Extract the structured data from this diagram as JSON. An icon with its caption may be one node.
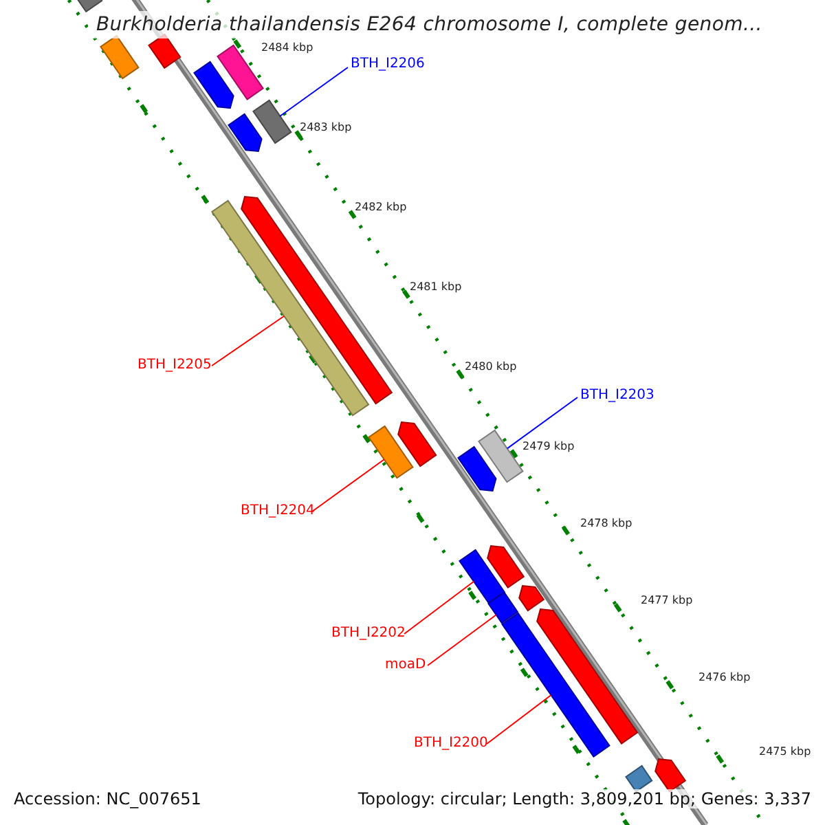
{
  "diagram": {
    "title": "Burkholderia thailandensis E264 chromosome I, complete genom...",
    "nodes": [
      {
        "text": [
          "BTH_I2206"
        ]
      },
      {
        "text": [
          "BTH_I2205"
        ]
      },
      {
        "text": [
          "BTH_I2203"
        ]
      },
      {
        "text": [
          "BTH_I2204"
        ]
      },
      {
        "text": [
          "BTH_I2202"
        ]
      },
      {
        "text": [
          "moaD"
        ]
      },
      {
        "text": [
          "BTH_I2200"
        ]
      },
      {
        "text": [],
        "shape": "bar"
      },
      {
        "text": [],
        "shape": "bar"
      },
      {
        "text": [],
        "shape": "bar"
      },
      {
        "text": [],
        "shape": "bar"
      },
      {
        "text": [],
        "shape": "bar"
      },
      {
        "text": [],
        "shape": "bar"
      },
      {
        "text": [],
        "shape": "bar"
      },
      {
        "text": [],
        "shape": "bar"
      },
      {
        "text": [],
        "shape": "bar"
      },
      {
        "text": [],
        "shape": "bar"
      },
      {
        "text": [],
        "shape": "bar"
      },
      {
        "text": [],
        "shape": "bar"
      },
      {
        "text": [],
        "shape": "bar"
      },
      {
        "text": [],
        "shape": "bar"
      },
      {
        "text": [],
        "shape": "bar"
      },
      {
        "text": [],
        "shape": "bar"
      },
      {
        "text": [],
        "shape": "bar"
      },
      {
        "text": [],
        "shape": "bar"
      },
      {
        "text": [],
        "shape": "bar"
      },
      {
        "text": [],
        "shape": "bar"
      },
      {
        "text": [],
        "shape": "bar"
      }
    ],
    "edges": [
      {
        "from": 0,
        "to": 12,
        "arrow": "none",
        "color": "#0000ff"
      },
      {
        "from": 1,
        "to": 15,
        "arrow": "none"
      },
      {
        "from": 2,
        "to": 18,
        "arrow": "none",
        "color": "#0000ff"
      },
      {
        "from": 3,
        "to": 17,
        "arrow": "none"
      },
      {
        "from": 4,
        "to": 21,
        "arrow": "none"
      },
      {
        "from": 5,
        "to": 23,
        "arrow": "none"
      },
      {
        "from": 6,
        "to": 25,
        "arrow": "none"
      }
    ],
    "labels": [
      "2484 kbp",
      "2483 kbp",
      "2482 kbp",
      "2481 kbp",
      "2480 kbp",
      "2479 kbp",
      "2478 kbp",
      "2477 kbp",
      "2476 kbp",
      "2475 kbp",
      "Accession: NC_007651",
      "Topology: circular; Length: 3,809,201 bp; Genes: 3,337"
    ]
  }
}
